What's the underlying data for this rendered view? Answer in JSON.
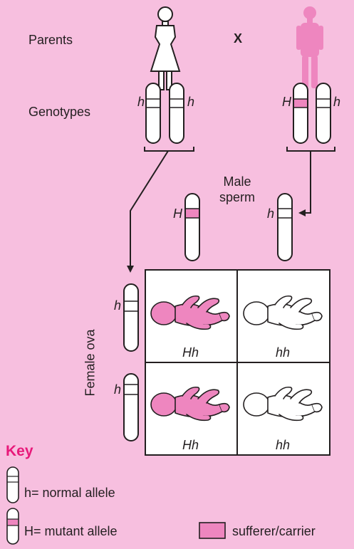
{
  "labels": {
    "parents": "Parents",
    "cross": "X",
    "genotypes": "Genotypes",
    "male_sperm": "Male\nsperm",
    "female_ova": "Female ova"
  },
  "mother_alleles": [
    "h",
    "h"
  ],
  "father_alleles": [
    "H",
    "h"
  ],
  "sperm_alleles": [
    "H",
    "h"
  ],
  "ova_alleles": [
    "h",
    "h"
  ],
  "grid": {
    "cells": [
      {
        "genotype": "Hh",
        "affected": true
      },
      {
        "genotype": "hh",
        "affected": false
      },
      {
        "genotype": "Hh",
        "affected": true
      },
      {
        "genotype": "hh",
        "affected": false
      }
    ]
  },
  "key": {
    "title": "Key",
    "normal": "h= normal allele",
    "mutant": "H= mutant allele",
    "sufferer": "sufferer/carrier"
  },
  "colors": {
    "background": "#f7bfdf",
    "affected": "#ee86bf",
    "key_title": "#e8197a",
    "line": "#231f20"
  }
}
